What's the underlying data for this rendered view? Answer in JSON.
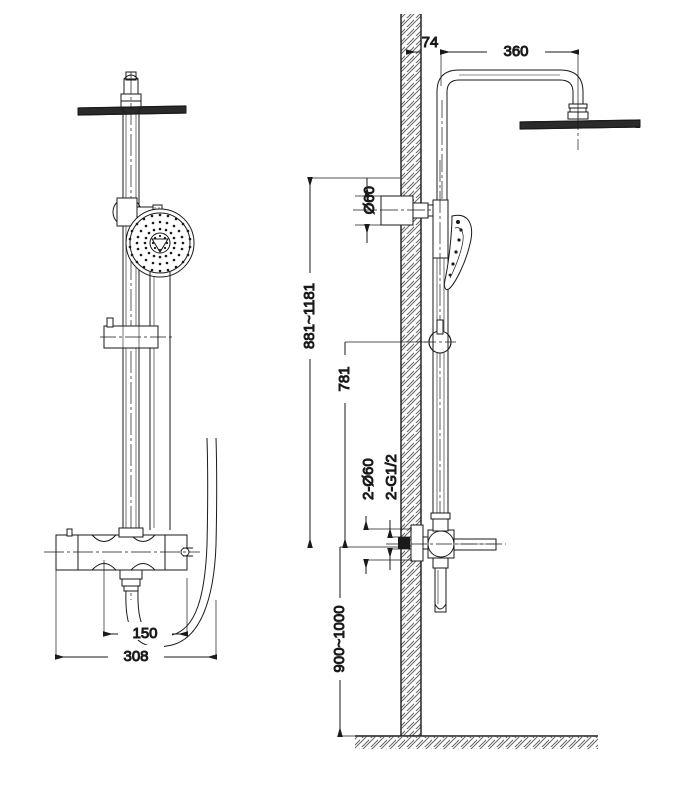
{
  "drawing": {
    "type": "technical-drawing",
    "subject": "thermostatic-shower-column",
    "views": [
      {
        "id": "front-view",
        "name": "Front elevation"
      },
      {
        "id": "side-view",
        "name": "Side elevation with wall"
      }
    ],
    "background": "#ffffff",
    "line_color": "#1a1a1a",
    "hatch_color": "#555555"
  },
  "dimensions": {
    "front": {
      "spout_to_riser": "150",
      "overall_width": "308"
    },
    "side": {
      "wall_offset": "74",
      "arm_reach": "360",
      "bracket_diameter": "Ø60",
      "handshower_height": "881~1181",
      "slider_height": "781",
      "inlet_holes": "2-Ø60",
      "inlet_thread": "2-G1/2",
      "valve_height": "900~1000"
    }
  },
  "labels": {
    "d74": "74",
    "d360": "360",
    "d60": "Ø60",
    "d881_1181": "881~1181",
    "d781": "781",
    "d2x60": "2-Ø60",
    "dG12": "2-G1/2",
    "d900_1000": "900~1000",
    "d150": "150",
    "d308": "308"
  },
  "components": {
    "overhead_shower": "rain-shower-head",
    "shower_arm": "curved-shower-arm",
    "riser_rail": "riser-rail",
    "handshower": "hand-shower",
    "hand_shower_holder": "hand-shower-holder",
    "slider_bracket": "slider-bracket",
    "wall_bracket": "wall-bracket",
    "thermostatic_valve": "thermostatic-bar-valve",
    "valve_handle_left": "temperature-handle",
    "valve_handle_right": "flow-handle",
    "hose": "flexible-hose",
    "wall": "wall-section",
    "floor": "floor-line"
  }
}
